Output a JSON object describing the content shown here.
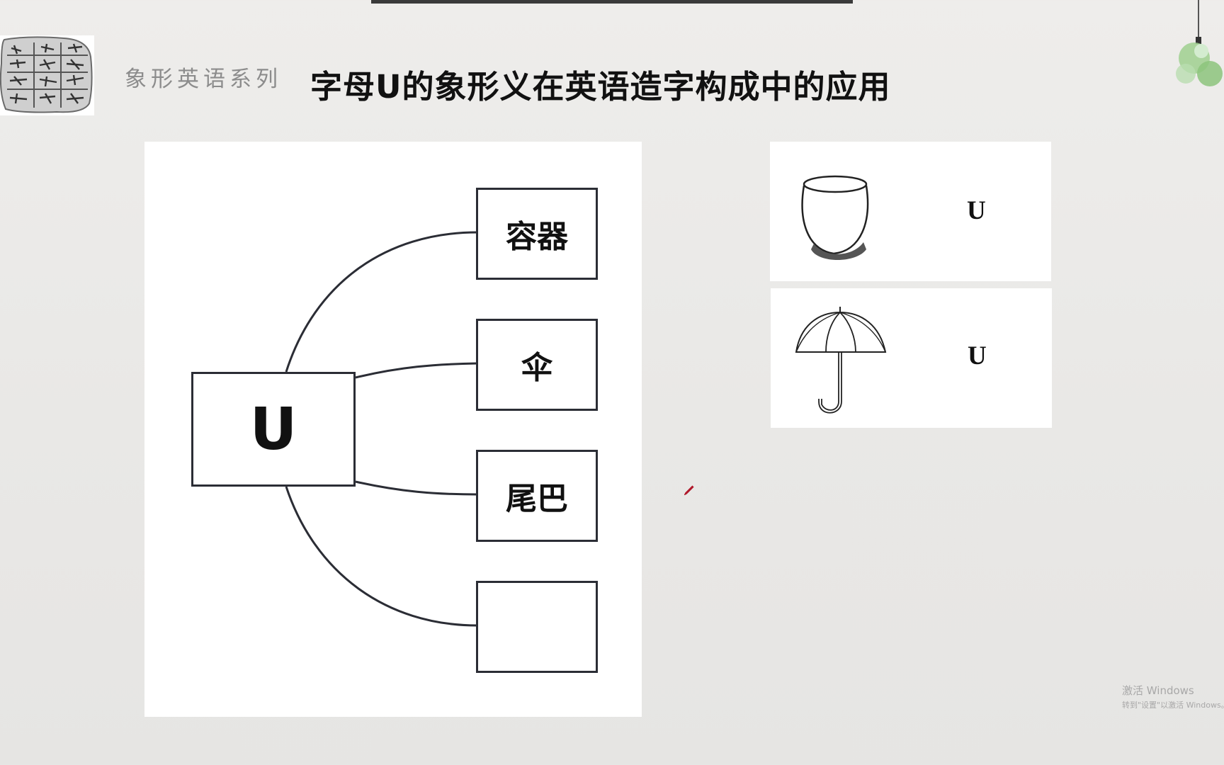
{
  "header": {
    "series": "象形英语系列",
    "title": "字母U的象形义在英语造字构成中的应用"
  },
  "diagram": {
    "root": "U",
    "branches": [
      "容器",
      "伞",
      "尾巴",
      ""
    ]
  },
  "cards": [
    {
      "icon": "cup-icon",
      "letter": "U"
    },
    {
      "icon": "umbrella-icon",
      "letter": "U"
    }
  ],
  "watermark": {
    "line1": "激活 Windows",
    "line2": "转到\"设置\"以激活 Windows。"
  }
}
